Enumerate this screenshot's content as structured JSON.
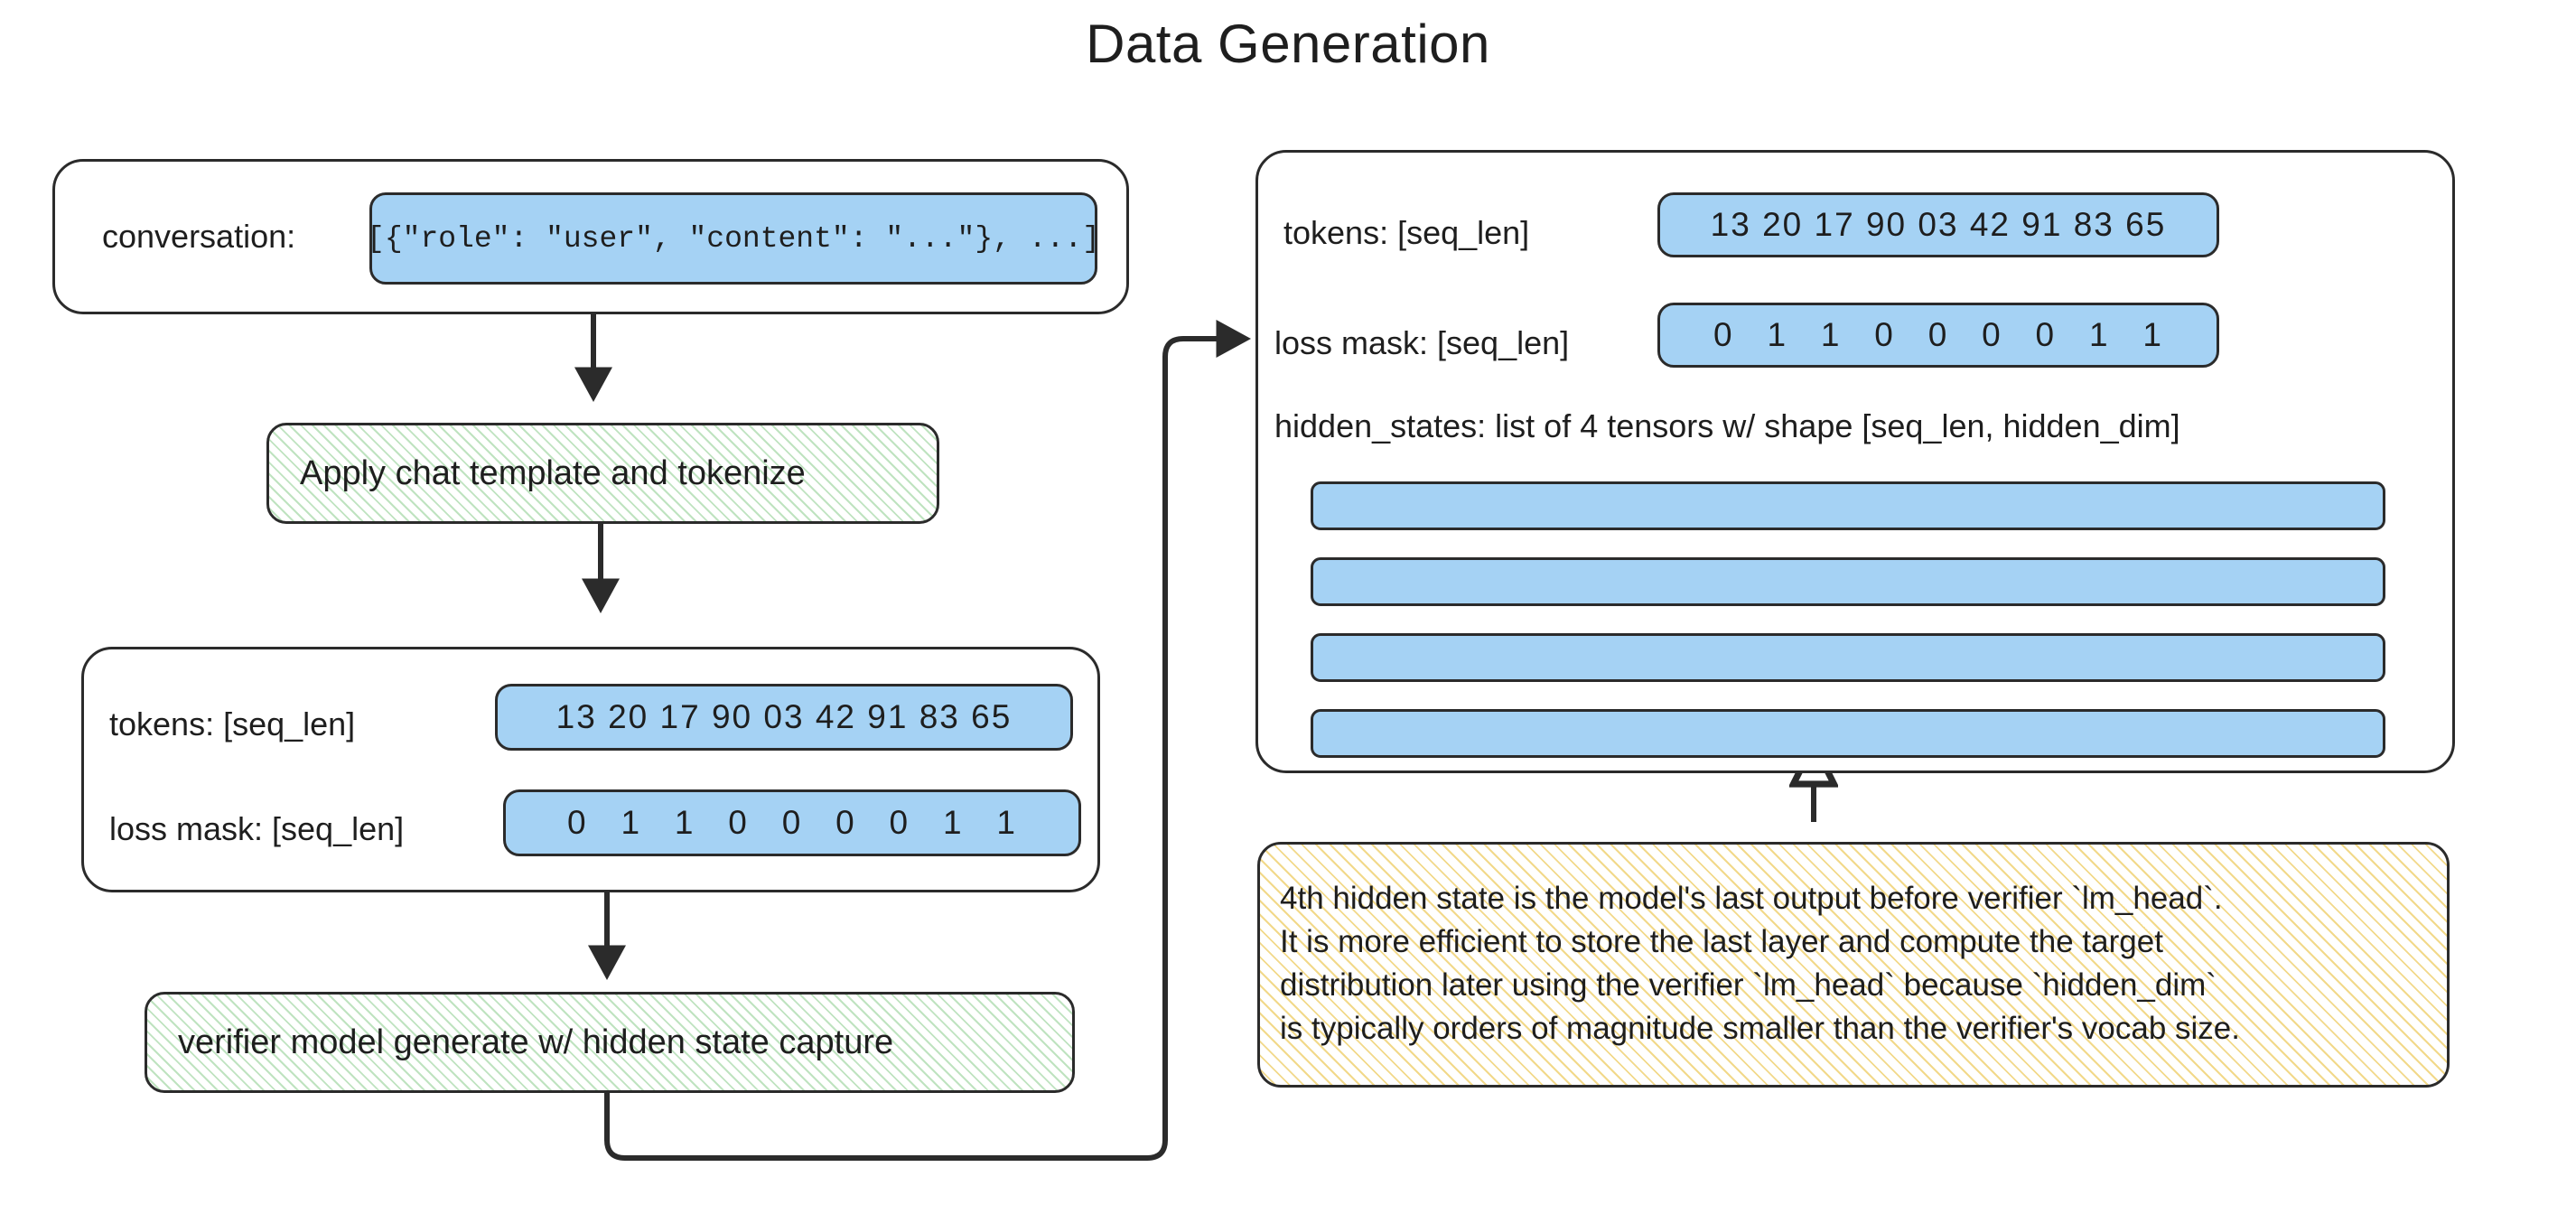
{
  "title": "Data Generation",
  "left_column": {
    "conversation_box": {
      "label": "conversation:",
      "value": "[{\"role\": \"user\", \"content\": \"...\"}, ...]"
    },
    "process_1": {
      "label": "Apply chat template and tokenize"
    },
    "tokens_box": {
      "tokens_label": "tokens: [seq_len]",
      "tokens_value": "13 20 17 90 03 42 91 83 65",
      "loss_mask_label": "loss mask: [seq_len]",
      "loss_mask_value": "0   1   1   0   0   0   0   1   1"
    },
    "process_2": {
      "label": "verifier model generate w/ hidden state capture"
    }
  },
  "right_panel": {
    "tokens_label": "tokens: [seq_len]",
    "tokens_value": "13 20 17 90 03 42 91 83 65",
    "loss_mask_label": "loss mask: [seq_len]",
    "loss_mask_value": "0   1   1   0   0   0   0   1   1",
    "hidden_states_label": "hidden_states: list of 4 tensors w/ shape [seq_len, hidden_dim]",
    "tensor_count": 4
  },
  "note": {
    "lines": [
      "4th hidden state is the model's last output before verifier `lm_head`.",
      "It is more efficient to store the last layer and compute the target",
      "distribution later using the verifier `lm_head` because `hidden_dim`",
      "is typically orders of magnitude smaller than the verifier's vocab size."
    ]
  },
  "colors": {
    "stroke": "#2b2b2b",
    "blue_fill": "#a5d2f4",
    "green_hatch": "#bfe3c0",
    "yellow_hatch": "#f2d98a",
    "text": "#1e1e1e",
    "background": "#ffffff"
  },
  "icons": {
    "arrow_down": "down-arrow-icon",
    "arrow_right": "right-arrow-icon",
    "arrow_up_hollow": "up-arrow-hollow-icon",
    "bracket_left": "square-bracket-left-icon",
    "bracket_right": "square-bracket-right-icon"
  }
}
